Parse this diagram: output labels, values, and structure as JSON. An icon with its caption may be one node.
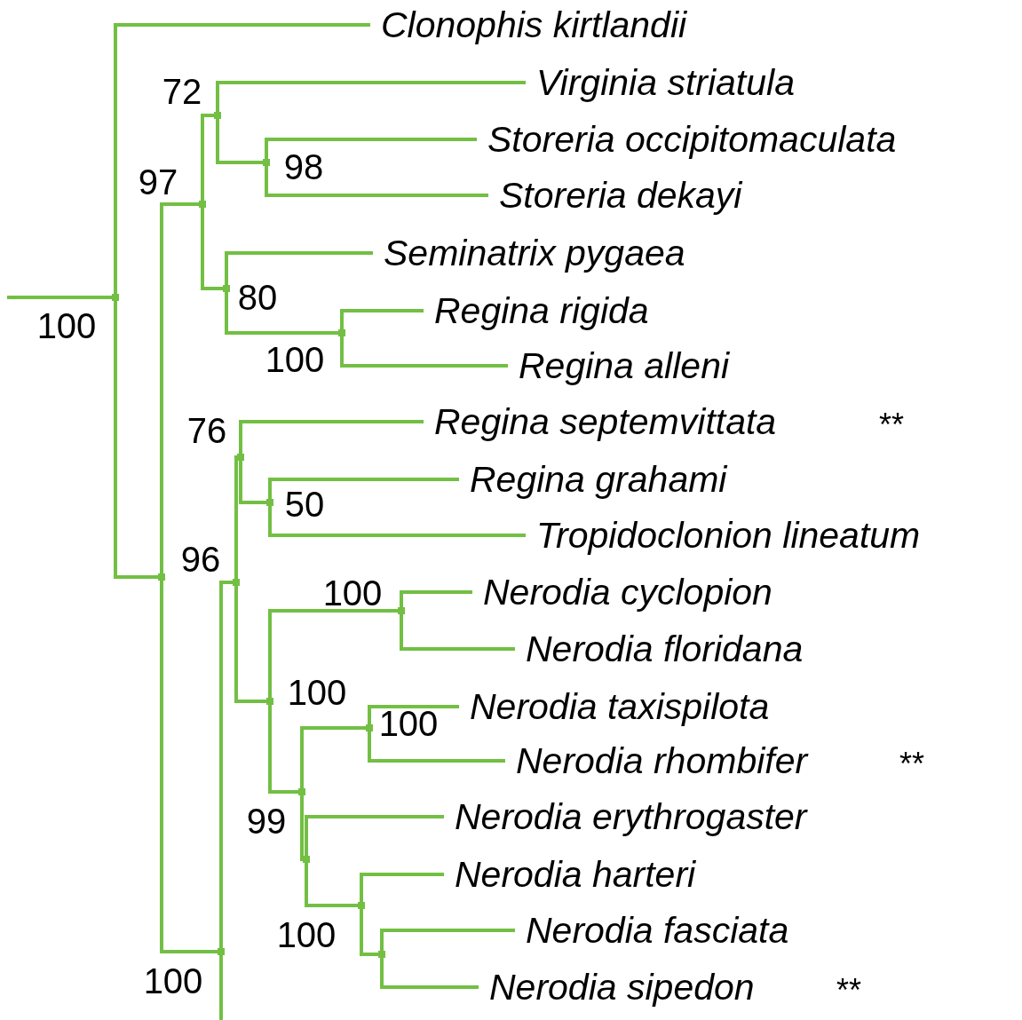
{
  "diagram": {
    "nodes": [
      {
        "text": [],
        "shape": "point",
        "beside": [
          "100"
        ]
      },
      {
        "text": [
          "Clonophis kirtlandii"
        ]
      },
      {
        "text": [],
        "shape": "point"
      },
      {
        "text": [],
        "shape": "point",
        "beside": [
          "97"
        ]
      },
      {
        "text": [],
        "shape": "point",
        "beside": [
          "72"
        ]
      },
      {
        "text": [
          "Virginia striatula"
        ]
      },
      {
        "text": [],
        "shape": "point",
        "beside": [
          "98"
        ]
      },
      {
        "text": [
          "Storeria occipitomaculata"
        ]
      },
      {
        "text": [
          "Storeria dekayi"
        ]
      },
      {
        "text": [],
        "shape": "point",
        "beside": [
          "80"
        ]
      },
      {
        "text": [
          "Seminatrix pygaea"
        ]
      },
      {
        "text": [],
        "shape": "point",
        "beside": [
          "100"
        ]
      },
      {
        "text": [
          "Regina rigida"
        ]
      },
      {
        "text": [
          "Regina alleni"
        ]
      },
      {
        "text": [],
        "shape": "point",
        "beside": [
          "100"
        ]
      },
      {
        "text": [],
        "shape": "point",
        "beside": [
          "96"
        ]
      },
      {
        "text": [],
        "shape": "point",
        "beside": [
          "76"
        ]
      },
      {
        "text": [
          "Regina septemvittata"
        ],
        "beside": [
          "**"
        ]
      },
      {
        "text": [],
        "shape": "point",
        "beside": [
          "50"
        ]
      },
      {
        "text": [
          "Regina grahami"
        ]
      },
      {
        "text": [
          "Tropidoclonion lineatum"
        ]
      },
      {
        "text": [],
        "shape": "point",
        "beside": [
          "100"
        ]
      },
      {
        "text": [],
        "shape": "point",
        "beside": [
          "100"
        ]
      },
      {
        "text": [
          "Nerodia cyclopion"
        ]
      },
      {
        "text": [
          "Nerodia floridana"
        ]
      },
      {
        "text": [],
        "shape": "point",
        "beside": [
          "99"
        ]
      },
      {
        "text": [],
        "shape": "point",
        "beside": [
          "100"
        ]
      },
      {
        "text": [
          "Nerodia taxispilota"
        ]
      },
      {
        "text": [
          "Nerodia rhombifer"
        ],
        "beside": [
          "**"
        ]
      },
      {
        "text": [],
        "shape": "point"
      },
      {
        "text": [
          "Nerodia erythrogaster"
        ]
      },
      {
        "text": [],
        "shape": "point",
        "beside": [
          "100"
        ]
      },
      {
        "text": [
          "Nerodia harteri"
        ]
      },
      {
        "text": [],
        "shape": "point"
      },
      {
        "text": [
          "Nerodia fasciata"
        ]
      },
      {
        "text": [
          "Nerodia sipedon"
        ],
        "beside": [
          "**"
        ]
      }
    ],
    "edges": [
      {
        "from": null,
        "to": 0,
        "arrow": "none"
      },
      {
        "from": 0,
        "to": 1,
        "arrow": "none"
      },
      {
        "from": 0,
        "to": 2,
        "arrow": "none"
      },
      {
        "from": 2,
        "to": 3,
        "arrow": "none"
      },
      {
        "from": 3,
        "to": 4,
        "arrow": "none"
      },
      {
        "from": 4,
        "to": 5,
        "arrow": "none"
      },
      {
        "from": 4,
        "to": 6,
        "arrow": "none"
      },
      {
        "from": 6,
        "to": 7,
        "arrow": "none"
      },
      {
        "from": 6,
        "to": 8,
        "arrow": "none"
      },
      {
        "from": 3,
        "to": 9,
        "arrow": "none"
      },
      {
        "from": 9,
        "to": 10,
        "arrow": "none"
      },
      {
        "from": 9,
        "to": 11,
        "arrow": "none"
      },
      {
        "from": 11,
        "to": 12,
        "arrow": "none"
      },
      {
        "from": 11,
        "to": 13,
        "arrow": "none"
      },
      {
        "from": 2,
        "to": 14,
        "arrow": "none"
      },
      {
        "from": 14,
        "to": 15,
        "arrow": "none"
      },
      {
        "from": 15,
        "to": 16,
        "arrow": "none"
      },
      {
        "from": 16,
        "to": 17,
        "arrow": "none"
      },
      {
        "from": 16,
        "to": 18,
        "arrow": "none"
      },
      {
        "from": 18,
        "to": 19,
        "arrow": "none"
      },
      {
        "from": 18,
        "to": 20,
        "arrow": "none"
      },
      {
        "from": 15,
        "to": 21,
        "arrow": "none"
      },
      {
        "from": 21,
        "to": 22,
        "arrow": "none"
      },
      {
        "from": 22,
        "to": 23,
        "arrow": "none"
      },
      {
        "from": 22,
        "to": 24,
        "arrow": "none"
      },
      {
        "from": 21,
        "to": 25,
        "arrow": "none"
      },
      {
        "from": 25,
        "to": 26,
        "arrow": "none"
      },
      {
        "from": 26,
        "to": 27,
        "arrow": "none"
      },
      {
        "from": 26,
        "to": 28,
        "arrow": "none"
      },
      {
        "from": 25,
        "to": 29,
        "arrow": "none"
      },
      {
        "from": 29,
        "to": 30,
        "arrow": "none"
      },
      {
        "from": 29,
        "to": 31,
        "arrow": "none"
      },
      {
        "from": 31,
        "to": 32,
        "arrow": "none"
      },
      {
        "from": 31,
        "to": 33,
        "arrow": "none"
      },
      {
        "from": 33,
        "to": 34,
        "arrow": "none"
      },
      {
        "from": 33,
        "to": 35,
        "arrow": "none"
      },
      {
        "from": 14,
        "to": null,
        "arrow": "none"
      }
    ]
  }
}
